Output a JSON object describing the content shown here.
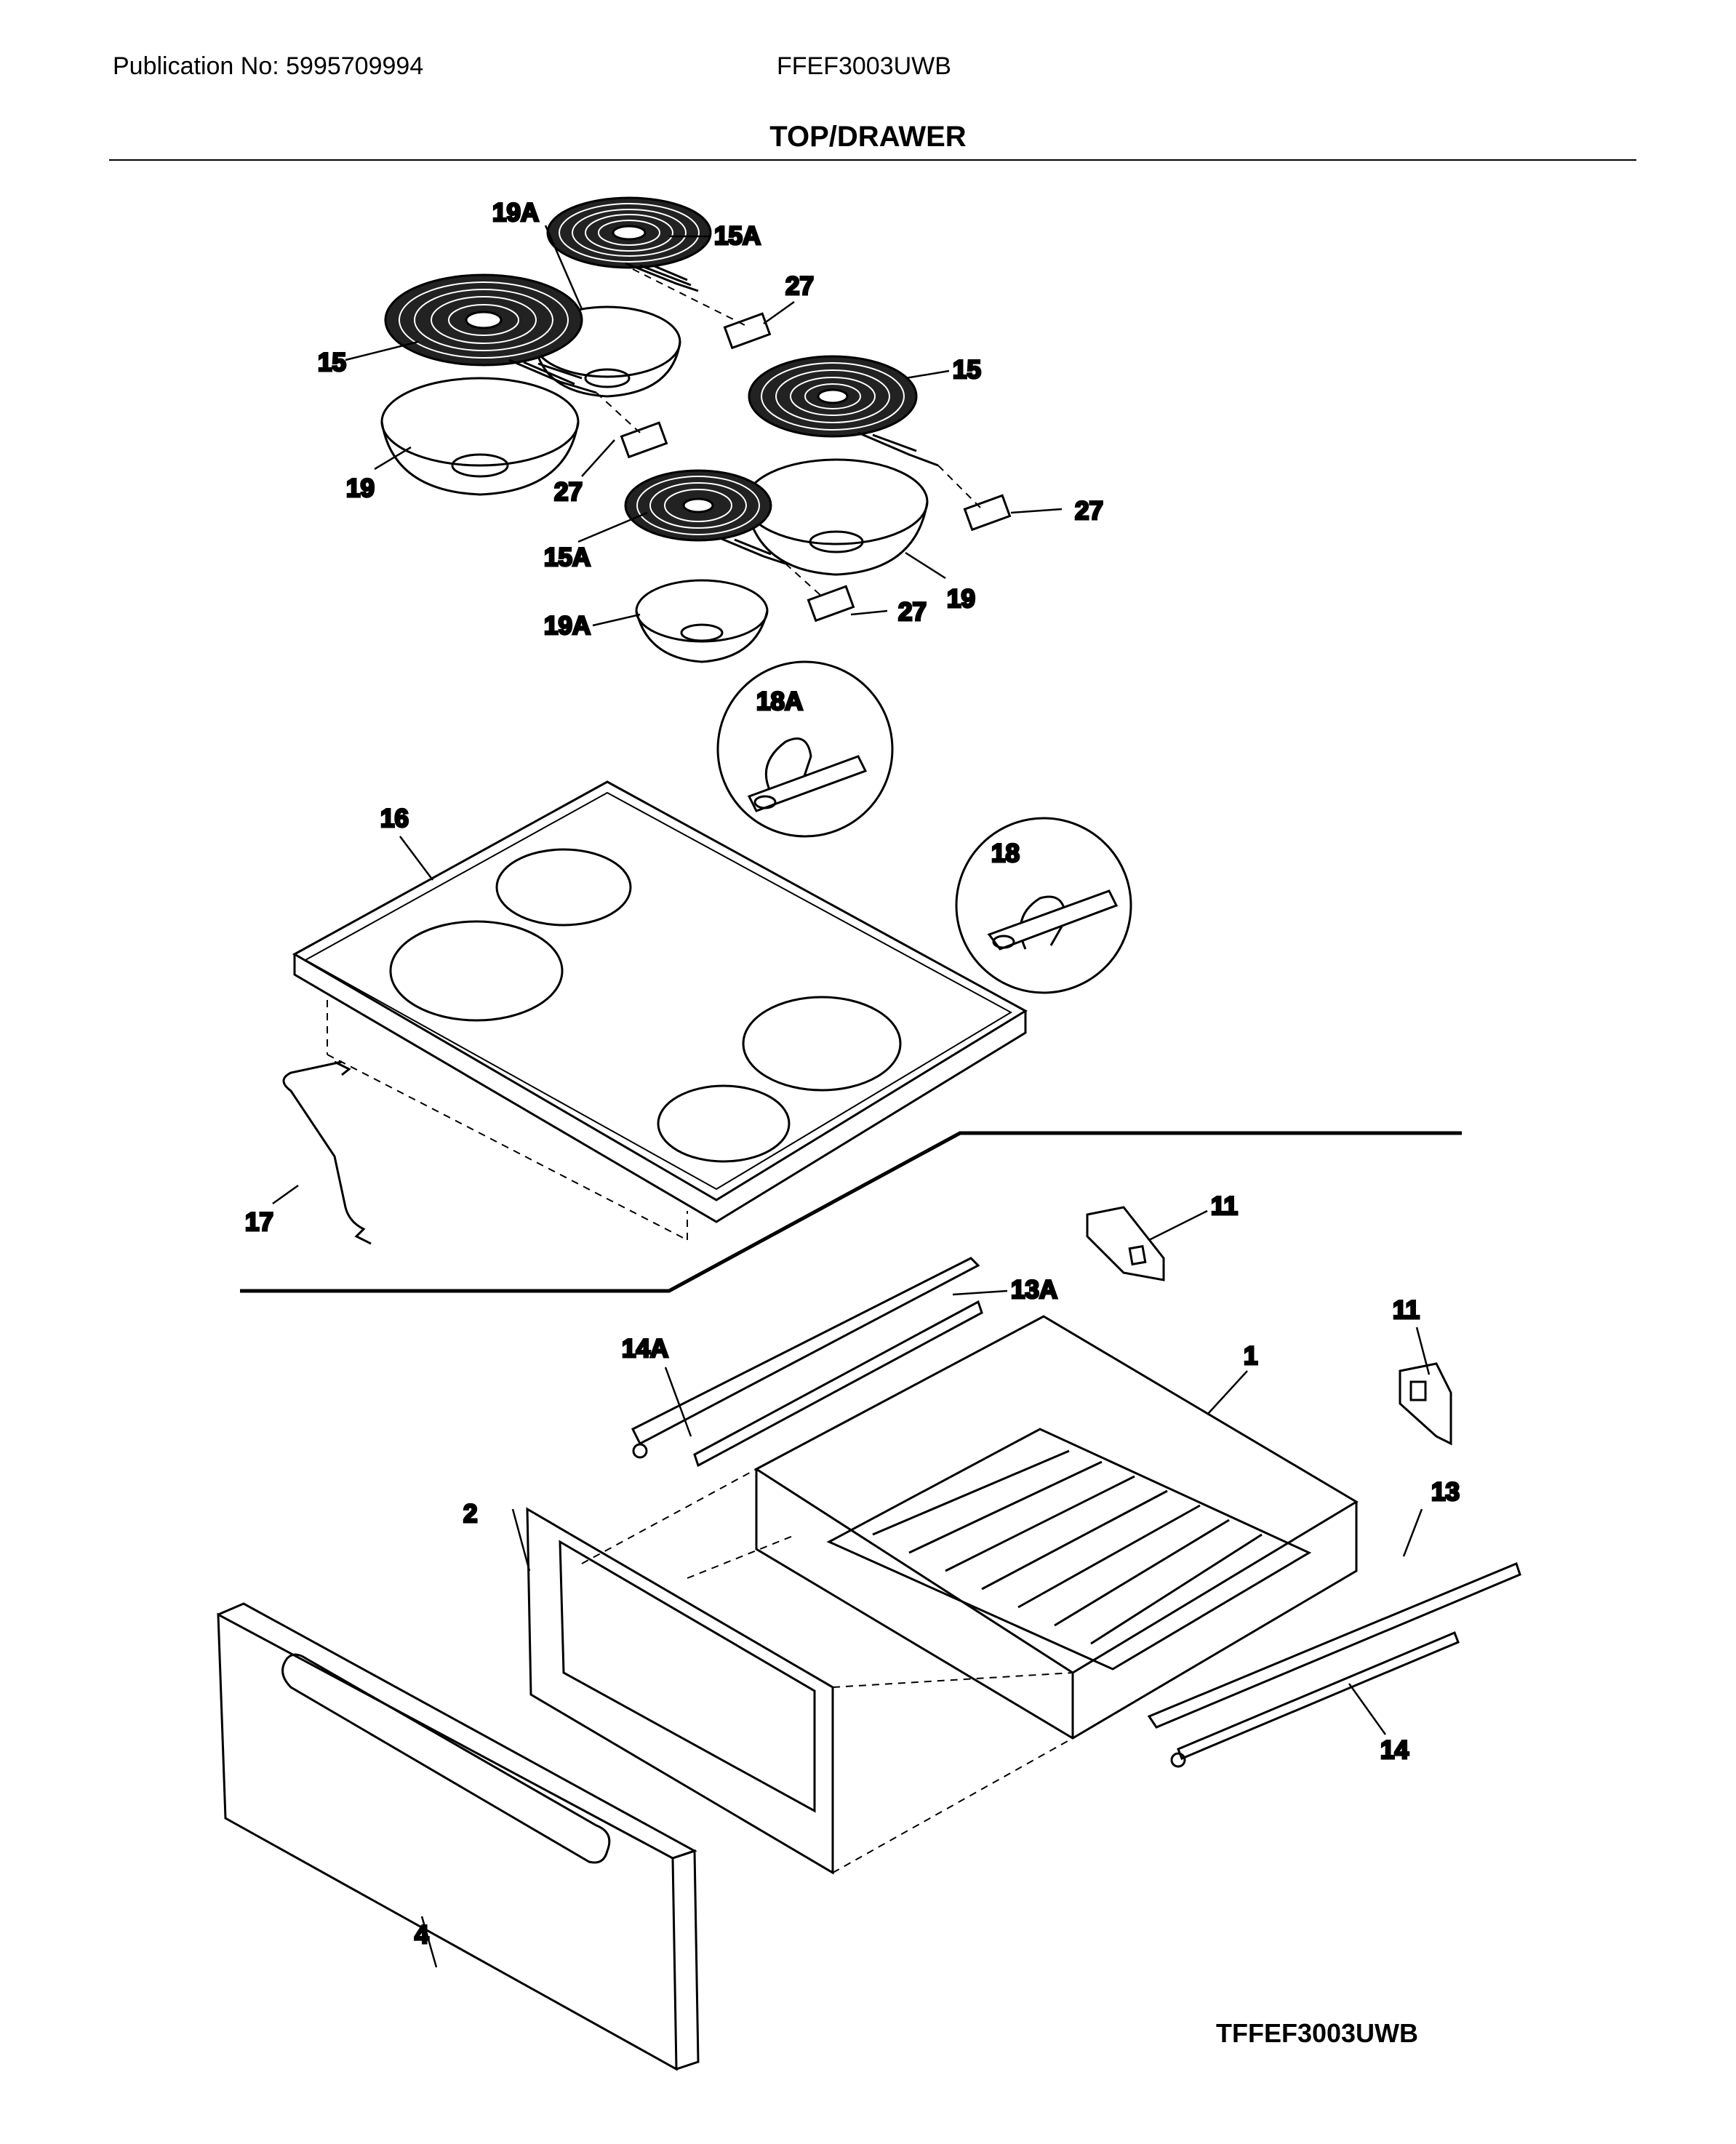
{
  "header": {
    "publication": "Publication No: 5995709994",
    "model": "FFEF3003UWB",
    "section_title": "TOP/DRAWER"
  },
  "callouts": {
    "c19A_top": "19A",
    "c15A_top": "15A",
    "c27_a": "27",
    "c15_left": "15",
    "c15_right": "15",
    "c19_left": "19",
    "c27_b": "27",
    "c27_c": "27",
    "c15A_bottom": "15A",
    "c19_right": "19",
    "c27_d": "27",
    "c19A_bottom": "19A",
    "c18A": "18A",
    "c18": "18",
    "c16": "16",
    "c17": "17",
    "c11_a": "11",
    "c11_b": "11",
    "c13A": "13A",
    "c14A": "14A",
    "c1": "1",
    "c2": "2",
    "c13": "13",
    "c14": "14",
    "c4": "4"
  },
  "footer": {
    "diagram_id": "TFFEF3003UWB"
  }
}
